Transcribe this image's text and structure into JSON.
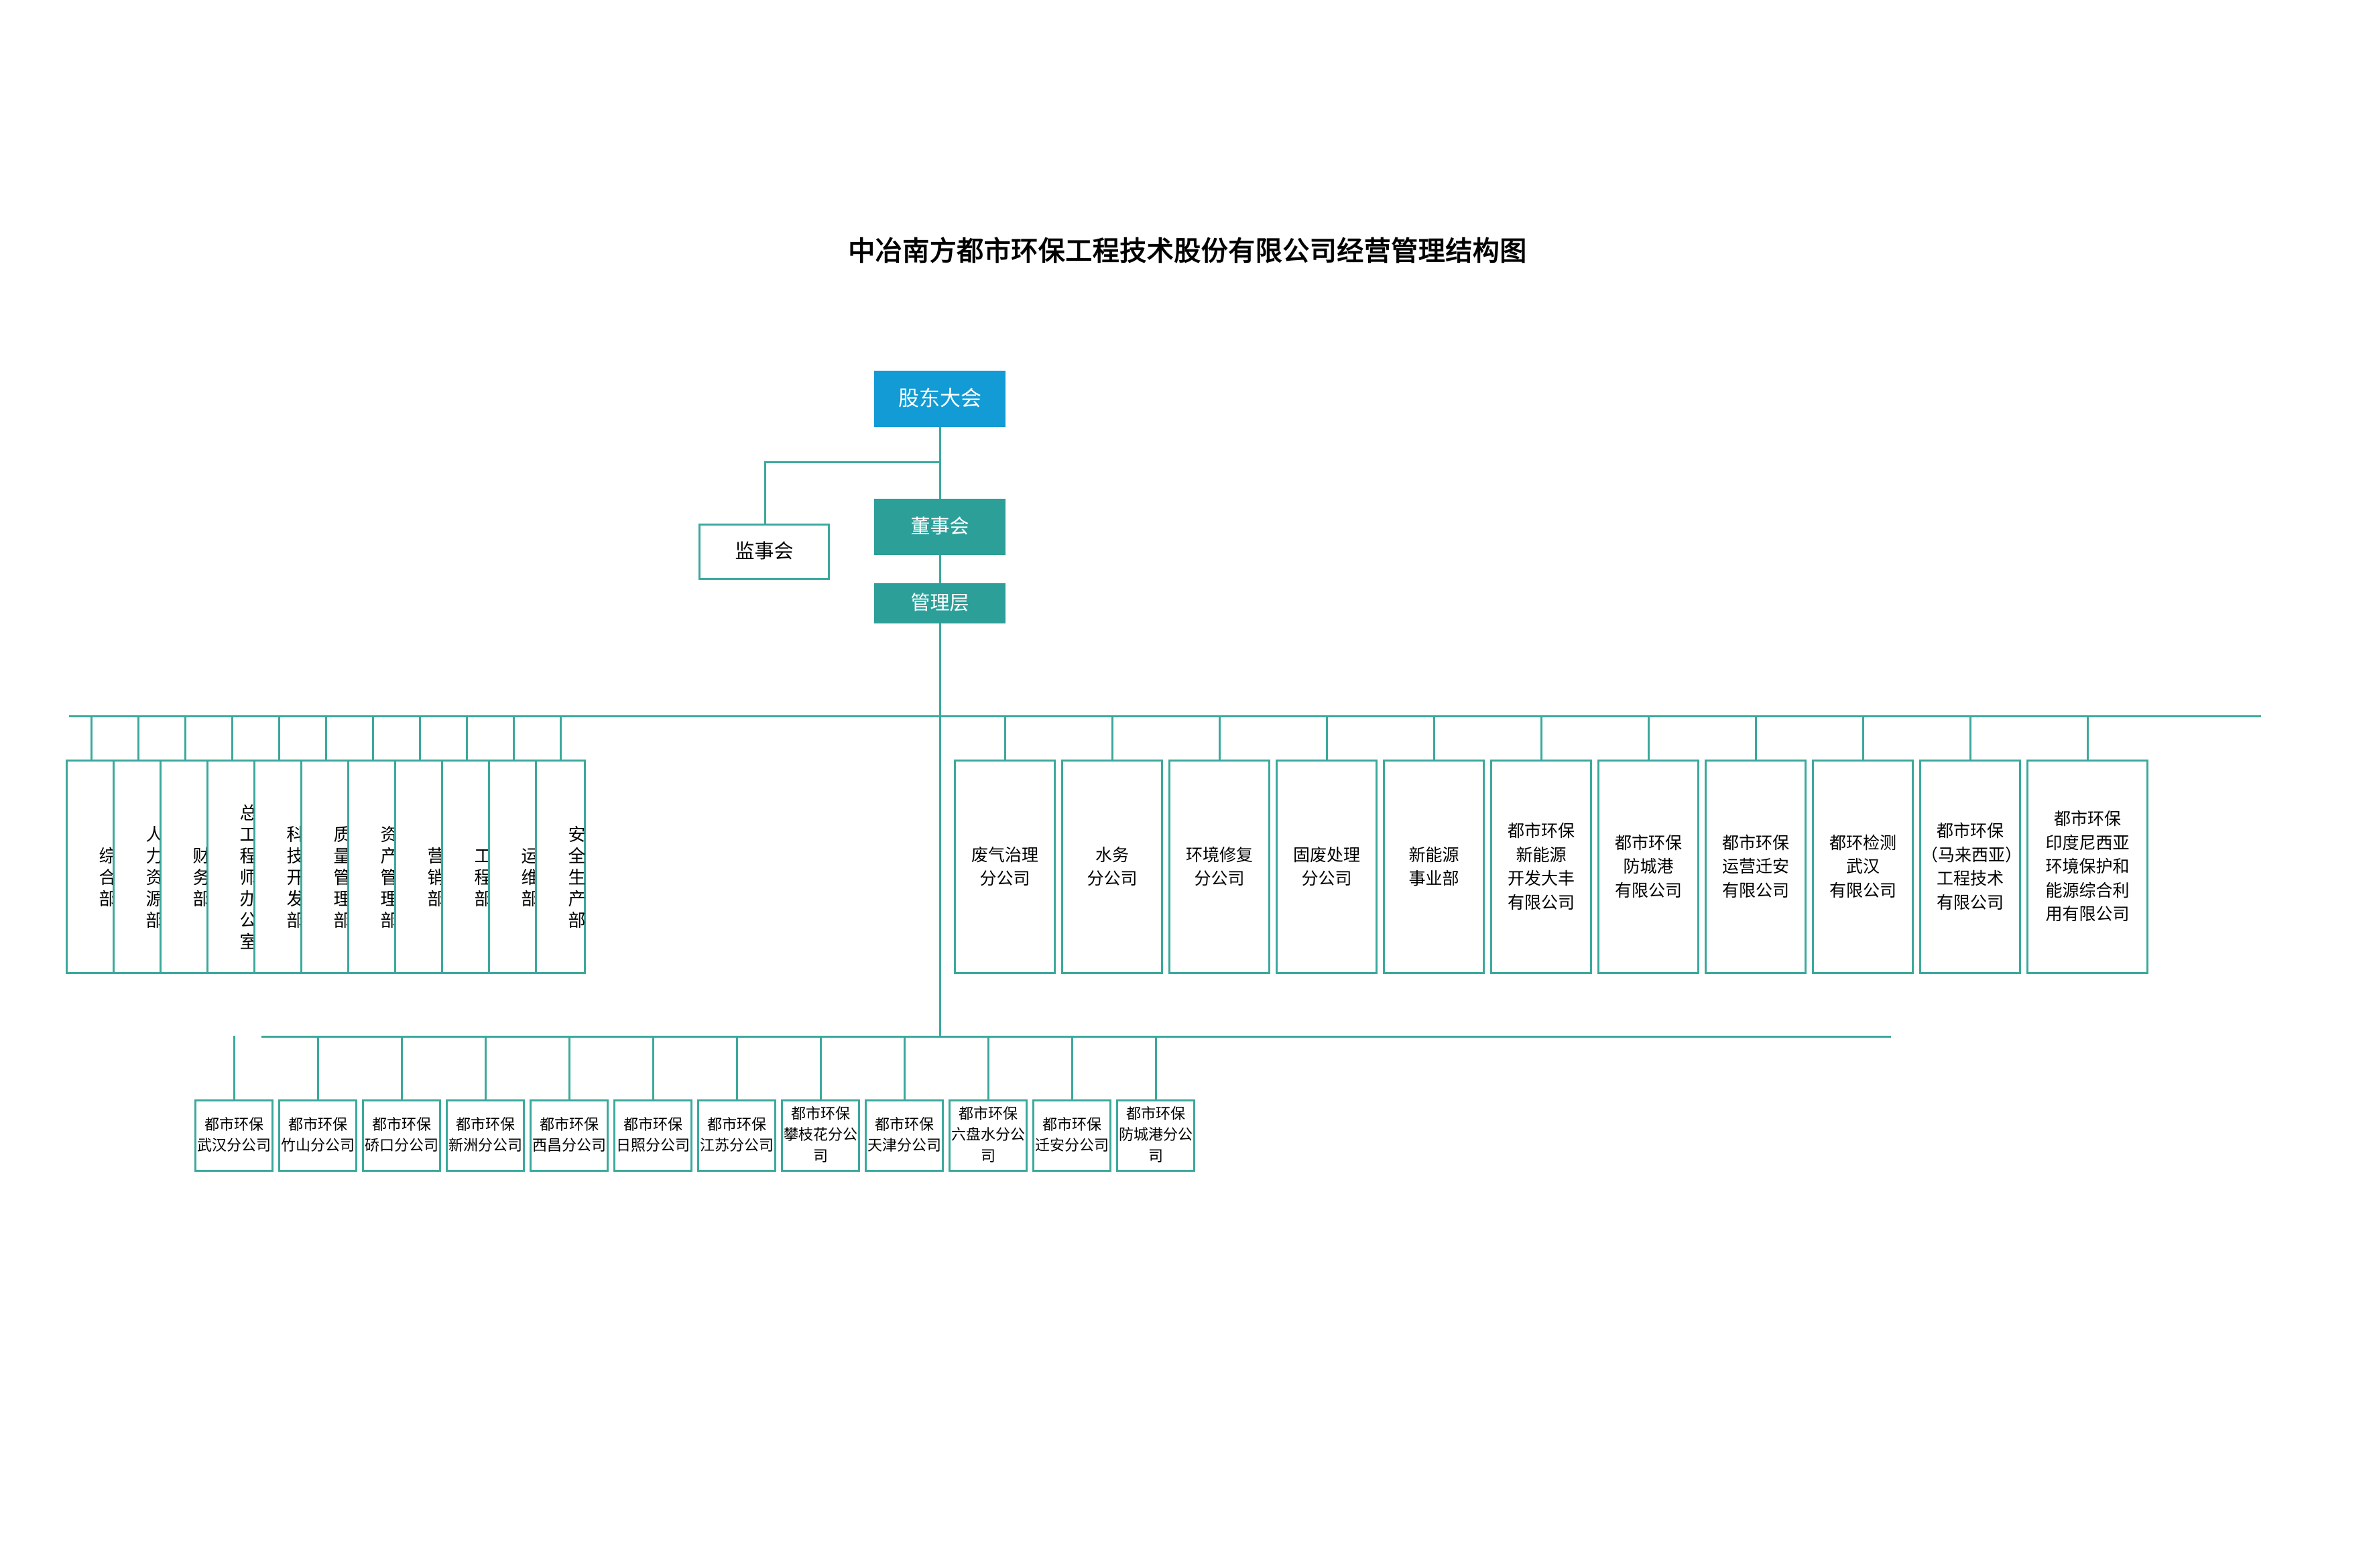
{
  "title": "中冶南方都市环保工程技术股份有限公司经营管理结构图",
  "colors": {
    "line": "#3aa99c",
    "shareholders_fill": "#129bd4",
    "board_fill": "#2c9f99",
    "management_fill": "#2c9f99",
    "box_border": "#3aa99c",
    "text": "#000000",
    "inverse_text": "#ffffff"
  },
  "governance": {
    "shareholders_meeting": "股东大会",
    "supervisory_board": "监事会",
    "board_of_directors": "董事会",
    "management": "管理层"
  },
  "departments": [
    {
      "label": "综合部"
    },
    {
      "label": "人力资源部"
    },
    {
      "label": "财务部"
    },
    {
      "label": "总工程师办公室"
    },
    {
      "label": "科技开发部"
    },
    {
      "label": "质量管理部"
    },
    {
      "label": "资产管理部"
    },
    {
      "label": "营销部"
    },
    {
      "label": "工程部"
    },
    {
      "label": "运维部"
    },
    {
      "label": "安全生产部"
    }
  ],
  "business_units": [
    {
      "lines": [
        "废气治理",
        "分公司"
      ]
    },
    {
      "lines": [
        "水务",
        "分公司"
      ]
    },
    {
      "lines": [
        "环境修复",
        "分公司"
      ]
    },
    {
      "lines": [
        "固废处理",
        "分公司"
      ]
    },
    {
      "lines": [
        "新能源",
        "事业部"
      ]
    },
    {
      "lines": [
        "都市环保",
        "新能源",
        "开发大丰",
        "有限公司"
      ]
    },
    {
      "lines": [
        "都市环保",
        "防城港",
        "有限公司"
      ]
    },
    {
      "lines": [
        "都市环保",
        "运营迁安",
        "有限公司"
      ]
    },
    {
      "lines": [
        "都环检测",
        "武汉",
        "有限公司"
      ]
    },
    {
      "lines": [
        "都市环保",
        "（马来西亚）",
        "工程技术",
        "有限公司"
      ]
    },
    {
      "lines": [
        "都市环保",
        "印度尼西亚",
        "环境保护和",
        "能源综合利",
        "用有限公司"
      ]
    }
  ],
  "branches": [
    {
      "lines": [
        "都市环保",
        "武汉分公司"
      ]
    },
    {
      "lines": [
        "都市环保",
        "竹山分公司"
      ]
    },
    {
      "lines": [
        "都市环保",
        "硚口分公司"
      ]
    },
    {
      "lines": [
        "都市环保",
        "新洲分公司"
      ]
    },
    {
      "lines": [
        "都市环保",
        "西昌分公司"
      ]
    },
    {
      "lines": [
        "都市环保",
        "日照分公司"
      ]
    },
    {
      "lines": [
        "都市环保",
        "江苏分公司"
      ]
    },
    {
      "lines": [
        "都市环保",
        "攀枝花分公司"
      ]
    },
    {
      "lines": [
        "都市环保",
        "天津分公司"
      ]
    },
    {
      "lines": [
        "都市环保",
        "六盘水分公司"
      ]
    },
    {
      "lines": [
        "都市环保",
        "迁安分公司"
      ]
    },
    {
      "lines": [
        "都市环保",
        "防城港分公司"
      ]
    }
  ]
}
